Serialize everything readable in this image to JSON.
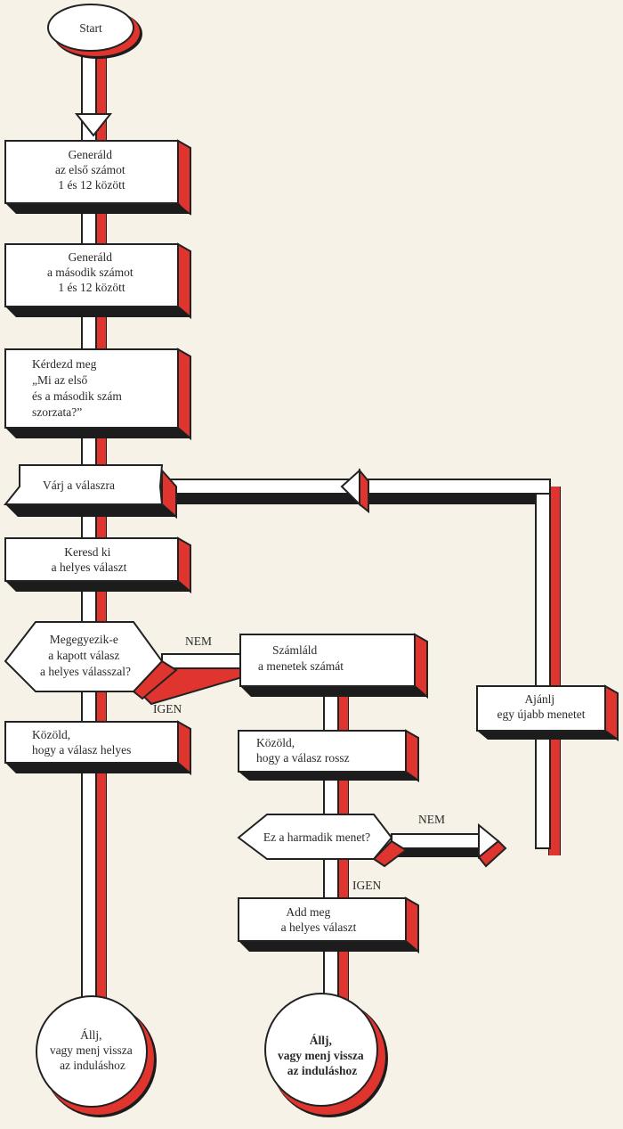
{
  "colors": {
    "paper": "#f7f2e8",
    "ink": "#222222",
    "shadow_red": "#e0342e",
    "shadow_black": "#1c1c1c",
    "box_fill": "#ffffff"
  },
  "nodes": {
    "start": {
      "lines": [
        "Start"
      ]
    },
    "gen1": {
      "lines": [
        "Generáld",
        "az első számot",
        "1 és 12 között"
      ]
    },
    "gen2": {
      "lines": [
        "Generáld",
        "a második számot",
        "1 és 12 között"
      ]
    },
    "ask": {
      "lines": [
        "Kérdezd meg",
        "„Mi az első",
        "és a második szám",
        "szorzata?”"
      ]
    },
    "wait": {
      "lines": [
        "Várj a válaszra"
      ]
    },
    "find": {
      "lines": [
        "Keresd ki",
        "a helyes választ"
      ]
    },
    "match": {
      "lines": [
        "Megegyezik-e",
        "a kapott válasz",
        "a helyes válasszal?"
      ]
    },
    "count": {
      "lines": [
        "Számláld",
        "a menetek számát"
      ]
    },
    "offer": {
      "lines": [
        "Ajánlj",
        "egy újabb menetet"
      ]
    },
    "correct": {
      "lines": [
        "Közöld,",
        "hogy a válasz helyes"
      ]
    },
    "wrong": {
      "lines": [
        "Közöld,",
        "hogy a válasz rossz"
      ]
    },
    "third": {
      "lines": [
        "Ez a harmadik menet?"
      ]
    },
    "give": {
      "lines": [
        "Add meg",
        "a helyes választ"
      ]
    },
    "stop1": {
      "lines": [
        "Állj,",
        "vagy menj vissza",
        "az induláshoz"
      ]
    },
    "stop2": {
      "lines": [
        "Állj,",
        "vagy menj vissza",
        "az induláshoz"
      ]
    }
  },
  "edge_labels": {
    "match_no": "NEM",
    "match_yes": "IGEN",
    "third_no": "NEM",
    "third_yes": "IGEN"
  }
}
